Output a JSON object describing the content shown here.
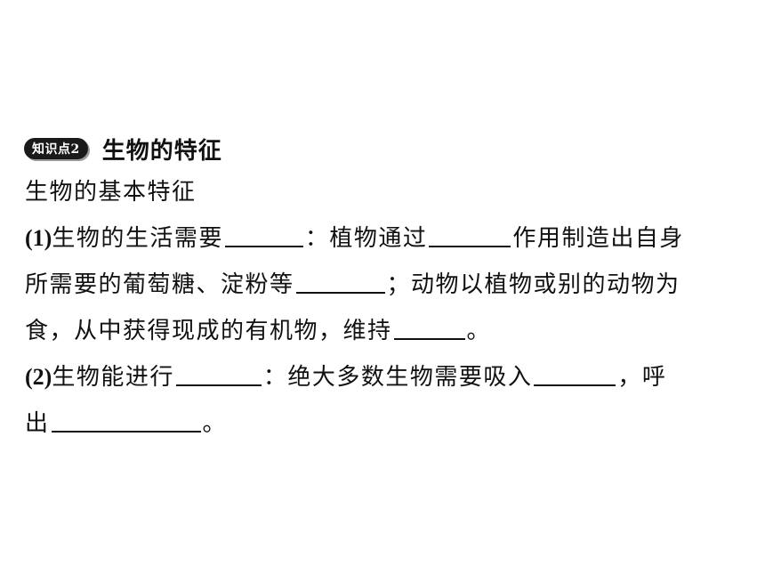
{
  "heading": {
    "badge": "知识点2",
    "title": "生物的特征"
  },
  "subtitle": "生物的基本特征",
  "item1": {
    "number": "(1)",
    "part_a": "生物的生活需要",
    "part_b": "：植物通过",
    "part_c": "作用制造出自身",
    "line2_a": "所需要的葡萄糖、淀粉等",
    "line2_b": "；动物以植物或别的动物为",
    "line3_a": "食，从中获得现成的有机物，维持",
    "line3_b": "。"
  },
  "item2": {
    "number": "(2)",
    "part_a": "生物能进行",
    "part_b": "：绝大多数生物需要吸入",
    "part_c": "，呼",
    "line2_a": "出",
    "line2_b": "。"
  }
}
